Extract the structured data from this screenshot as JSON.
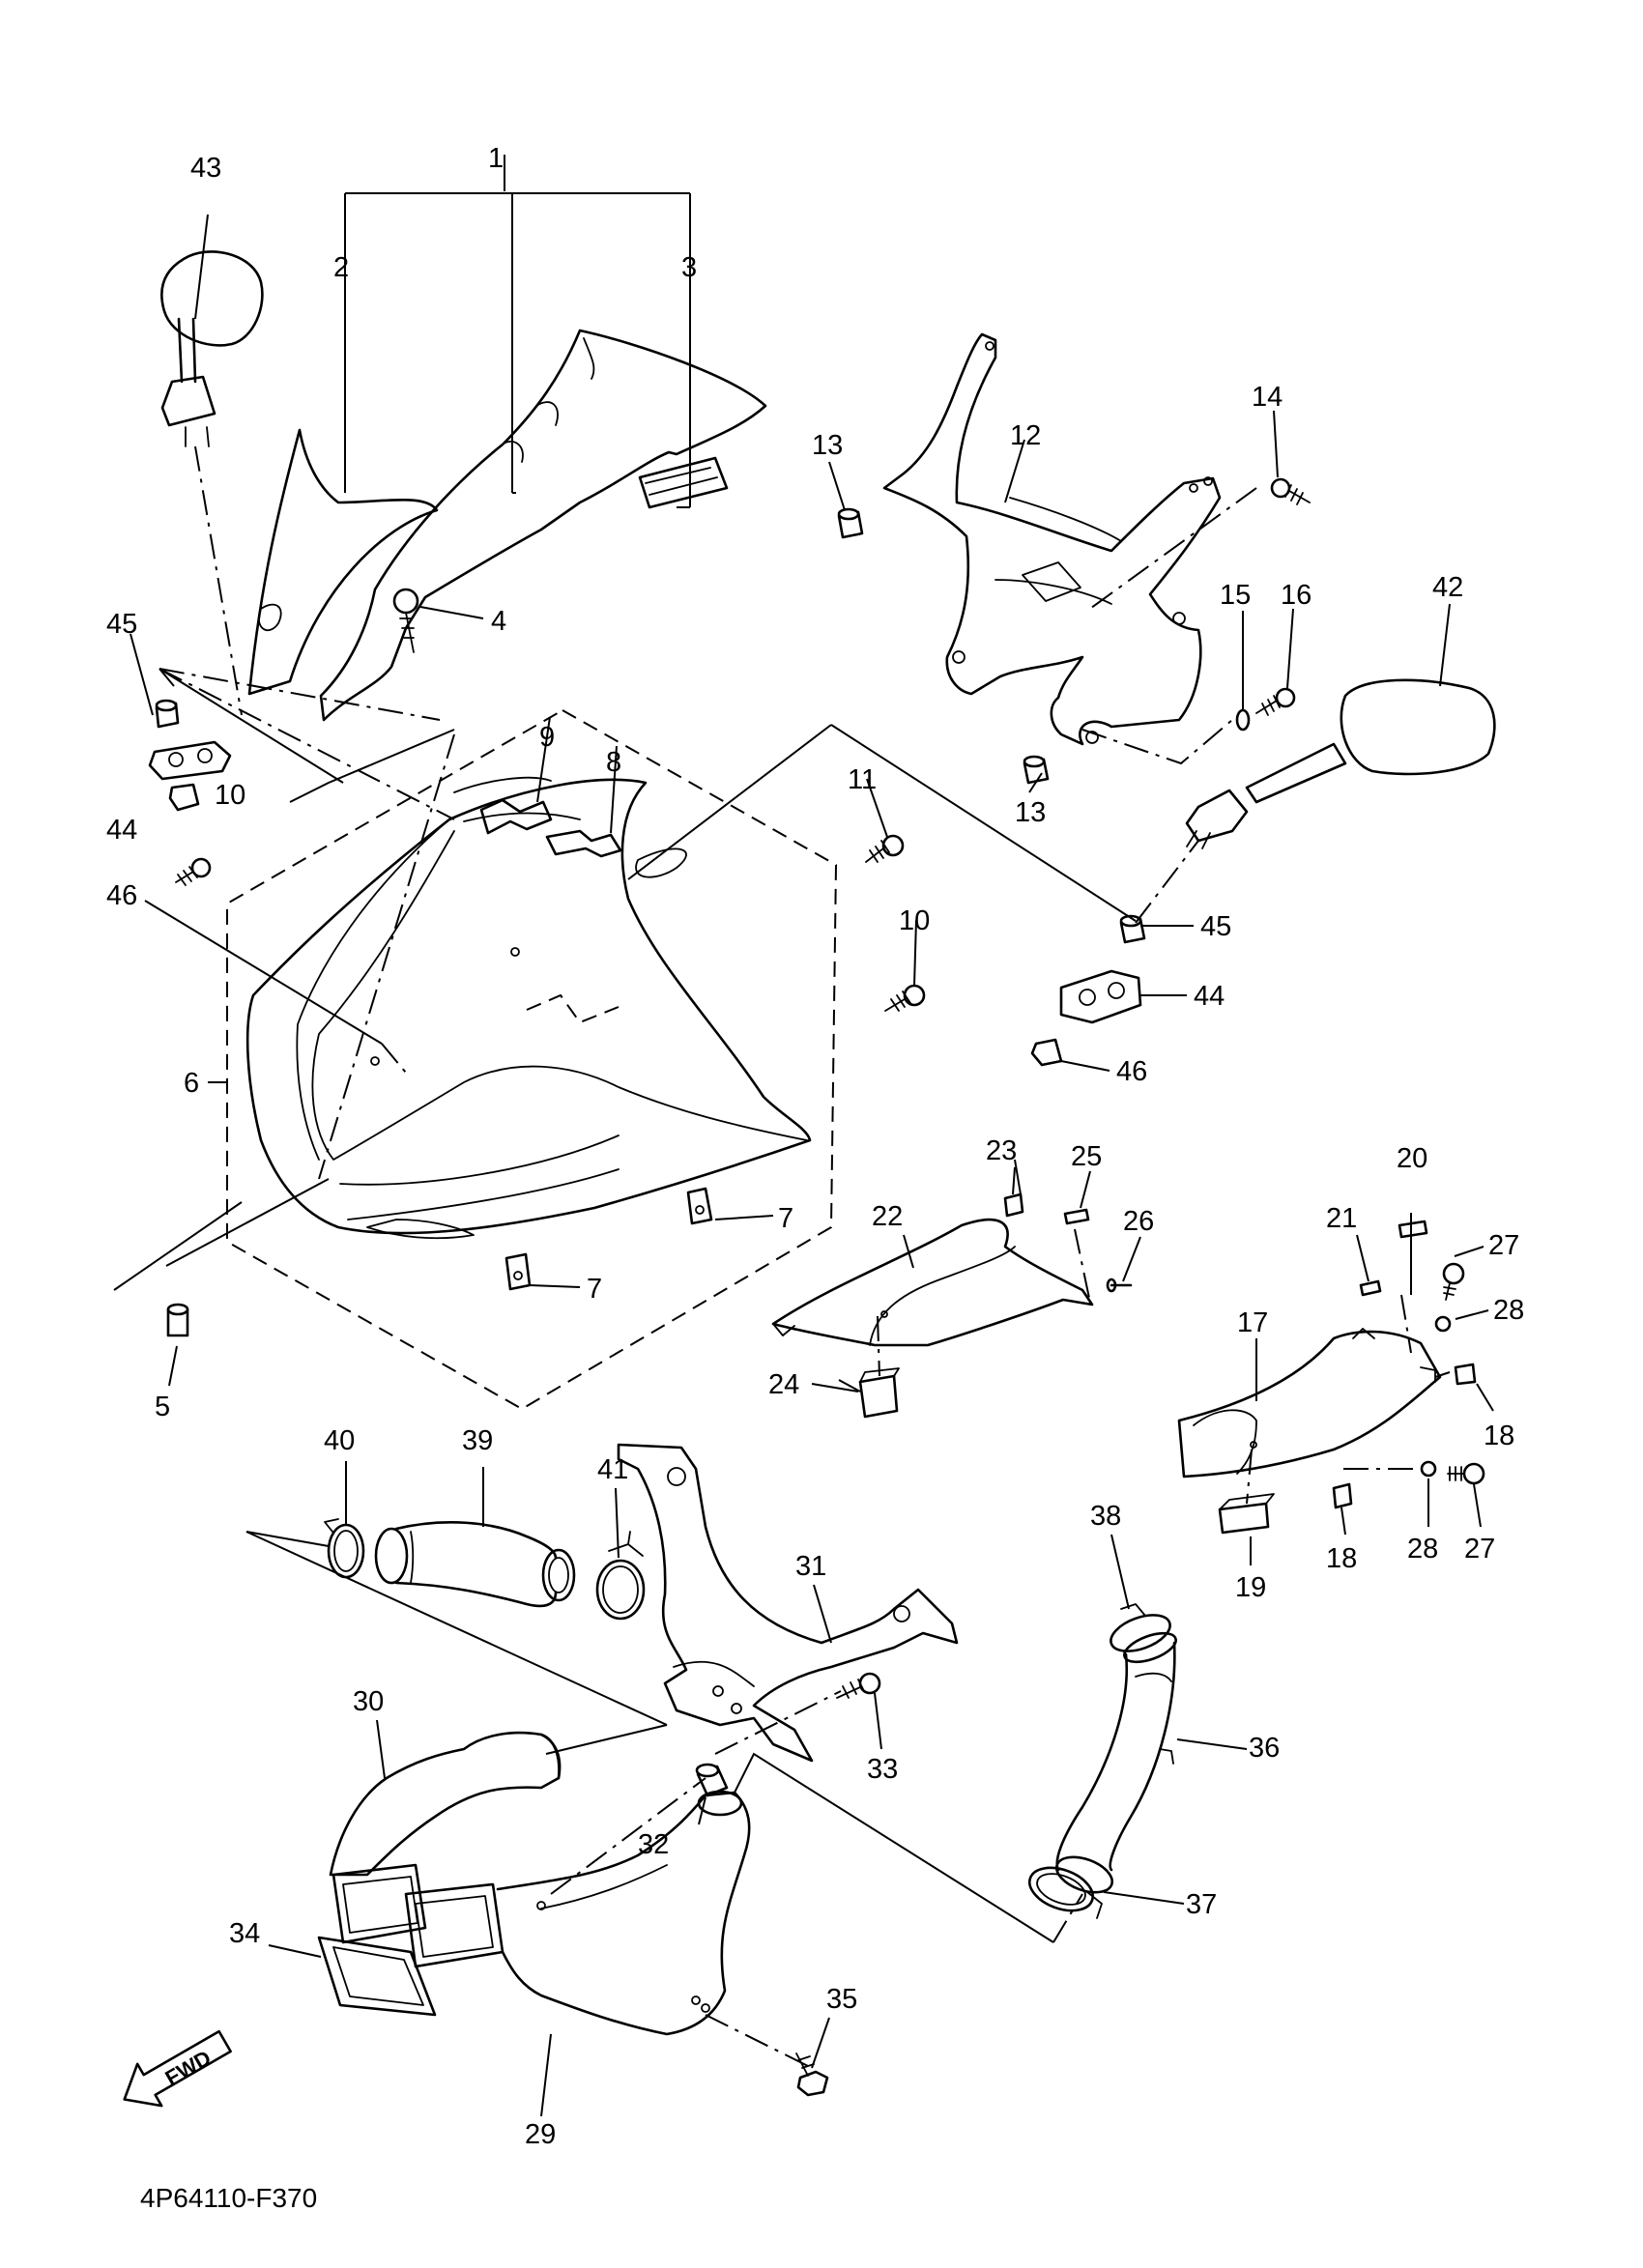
{
  "diagram_code": "4P64110-F370",
  "fwd_label": "FWD",
  "parts": [
    {
      "id": "p43",
      "label": "43"
    },
    {
      "id": "p1",
      "label": "1"
    },
    {
      "id": "p2",
      "label": "2"
    },
    {
      "id": "p3",
      "label": "3"
    },
    {
      "id": "p4",
      "label": "4"
    },
    {
      "id": "p45a",
      "label": "45"
    },
    {
      "id": "p44a",
      "label": "44"
    },
    {
      "id": "p46a",
      "label": "46"
    },
    {
      "id": "p10a",
      "label": "10"
    },
    {
      "id": "p9",
      "label": "9"
    },
    {
      "id": "p8",
      "label": "8"
    },
    {
      "id": "p11",
      "label": "11"
    },
    {
      "id": "p10b",
      "label": "10"
    },
    {
      "id": "p6",
      "label": "6"
    },
    {
      "id": "p7a",
      "label": "7"
    },
    {
      "id": "p7b",
      "label": "7"
    },
    {
      "id": "p5",
      "label": "5"
    },
    {
      "id": "p13a",
      "label": "13"
    },
    {
      "id": "p12",
      "label": "12"
    },
    {
      "id": "p14",
      "label": "14"
    },
    {
      "id": "p15",
      "label": "15"
    },
    {
      "id": "p16",
      "label": "16"
    },
    {
      "id": "p42",
      "label": "42"
    },
    {
      "id": "p13b",
      "label": "13"
    },
    {
      "id": "p45b",
      "label": "45"
    },
    {
      "id": "p44b",
      "label": "44"
    },
    {
      "id": "p46b",
      "label": "46"
    },
    {
      "id": "p23",
      "label": "23"
    },
    {
      "id": "p25",
      "label": "25"
    },
    {
      "id": "p22",
      "label": "22"
    },
    {
      "id": "p26",
      "label": "26"
    },
    {
      "id": "p24",
      "label": "24"
    },
    {
      "id": "p20",
      "label": "20"
    },
    {
      "id": "p21",
      "label": "21"
    },
    {
      "id": "p27a",
      "label": "27"
    },
    {
      "id": "p28a",
      "label": "28"
    },
    {
      "id": "p17",
      "label": "17"
    },
    {
      "id": "p18a",
      "label": "18"
    },
    {
      "id": "p28b",
      "label": "28"
    },
    {
      "id": "p27b",
      "label": "27"
    },
    {
      "id": "p19",
      "label": "19"
    },
    {
      "id": "p18b",
      "label": "18"
    },
    {
      "id": "p40",
      "label": "40"
    },
    {
      "id": "p39",
      "label": "39"
    },
    {
      "id": "p41",
      "label": "41"
    },
    {
      "id": "p31",
      "label": "31"
    },
    {
      "id": "p38",
      "label": "38"
    },
    {
      "id": "p30",
      "label": "30"
    },
    {
      "id": "p33",
      "label": "33"
    },
    {
      "id": "p36",
      "label": "36"
    },
    {
      "id": "p32",
      "label": "32"
    },
    {
      "id": "p37",
      "label": "37"
    },
    {
      "id": "p34",
      "label": "34"
    },
    {
      "id": "p35",
      "label": "35"
    },
    {
      "id": "p29",
      "label": "29"
    }
  ]
}
